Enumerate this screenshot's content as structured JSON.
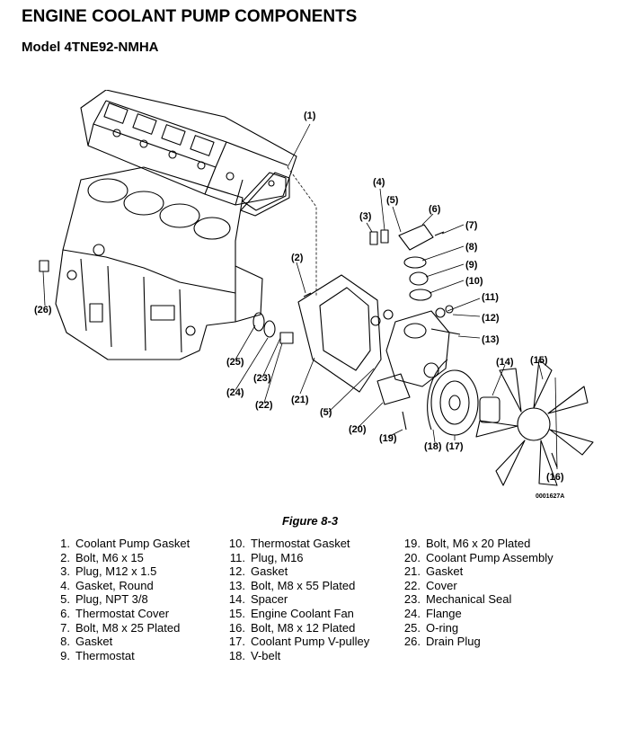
{
  "header": {
    "title": "ENGINE COOLANT PUMP COMPONENTS",
    "model": "Model 4TNE92-NMHA"
  },
  "figure": {
    "caption": "Figure 8-3",
    "image_id": "0001627A",
    "callouts": [
      "(1)",
      "(2)",
      "(3)",
      "(4)",
      "(5)",
      "(6)",
      "(7)",
      "(8)",
      "(9)",
      "(10)",
      "(11)",
      "(12)",
      "(13)",
      "(14)",
      "(15)",
      "(16)",
      "(17)",
      "(18)",
      "(19)",
      "(20)",
      "(21)",
      "(22)",
      "(5)",
      "(23)",
      "(24)",
      "(25)",
      "(26)"
    ]
  },
  "legend": {
    "columns": [
      [
        {
          "num": "1.",
          "text": "Coolant Pump Gasket"
        },
        {
          "num": "2.",
          "text": "Bolt, M6 x 15"
        },
        {
          "num": "3.",
          "text": "Plug, M12 x 1.5"
        },
        {
          "num": "4.",
          "text": "Gasket, Round"
        },
        {
          "num": "5.",
          "text": "Plug, NPT 3/8"
        },
        {
          "num": "6.",
          "text": "Thermostat Cover"
        },
        {
          "num": "7.",
          "text": "Bolt, M8 x 25 Plated"
        },
        {
          "num": "8.",
          "text": "Gasket"
        },
        {
          "num": "9.",
          "text": "Thermostat"
        }
      ],
      [
        {
          "num": "10.",
          "text": "Thermostat Gasket"
        },
        {
          "num": "11.",
          "text": "Plug, M16"
        },
        {
          "num": "12.",
          "text": "Gasket"
        },
        {
          "num": "13.",
          "text": "Bolt, M8 x 55 Plated"
        },
        {
          "num": "14.",
          "text": "Spacer"
        },
        {
          "num": "15.",
          "text": "Engine Coolant Fan"
        },
        {
          "num": "16.",
          "text": "Bolt, M8 x 12 Plated"
        },
        {
          "num": "17.",
          "text": "Coolant Pump V-pulley"
        },
        {
          "num": "18.",
          "text": "V-belt"
        }
      ],
      [
        {
          "num": "19.",
          "text": "Bolt, M6 x 20 Plated"
        },
        {
          "num": "20.",
          "text": "Coolant Pump Assembly"
        },
        {
          "num": "21.",
          "text": "Gasket"
        },
        {
          "num": "22.",
          "text": "Cover"
        },
        {
          "num": "23.",
          "text": "Mechanical Seal"
        },
        {
          "num": "24.",
          "text": "Flange"
        },
        {
          "num": "25.",
          "text": "O-ring"
        },
        {
          "num": "26.",
          "text": "Drain Plug"
        }
      ]
    ]
  }
}
